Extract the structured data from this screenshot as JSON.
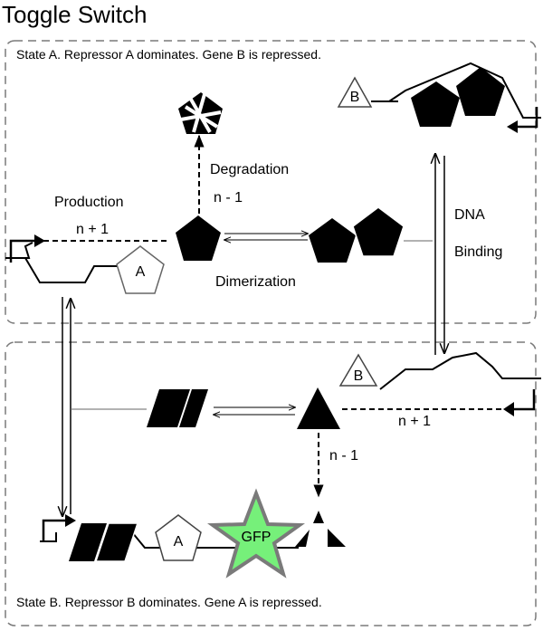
{
  "title": "Toggle Switch",
  "state_a": {
    "caption": "State A.  Repressor A dominates. Gene B is repressed."
  },
  "state_b": {
    "caption": "State B.  Repressor B dominates. Gene A is repressed."
  },
  "labels": {
    "degradation": "Degradation",
    "degradation_order_a": "n - 1",
    "production": "Production",
    "production_order_a": "n + 1",
    "dimerization": "Dimerization",
    "dna": "DNA",
    "binding": "Binding",
    "production_order_b": "n + 1",
    "degradation_order_b": "n - 1"
  },
  "proteins": {
    "a": "A",
    "b": "B",
    "gfp": "GFP"
  },
  "colors": {
    "box_border": "#7a7a7a",
    "repressor_fill": "#000000",
    "gfp_fill": "#76f07a",
    "gfp_stroke": "#7a7a7a"
  }
}
